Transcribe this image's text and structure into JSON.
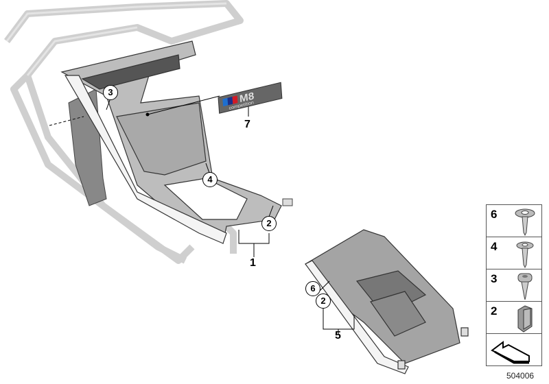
{
  "callouts": {
    "c3": "3",
    "c4": "4",
    "c2a": "2",
    "c6": "6",
    "c2b": "2"
  },
  "part_numbers": {
    "p1": "1",
    "p7": "7",
    "p5": "5"
  },
  "badge": {
    "text_main": "M8",
    "text_sub": "competition",
    "stripe_colors": [
      "#1e6fd0",
      "#1a2f8a",
      "#d21b26"
    ]
  },
  "legend": [
    {
      "number": "6",
      "icon": "flange-screw-icon"
    },
    {
      "number": "4",
      "icon": "flange-screw-icon"
    },
    {
      "number": "3",
      "icon": "torx-screw-icon"
    },
    {
      "number": "2",
      "icon": "clip-nut-icon"
    },
    {
      "number": "",
      "icon": "direction-arrow-icon"
    }
  ],
  "diagram_id": "504006"
}
